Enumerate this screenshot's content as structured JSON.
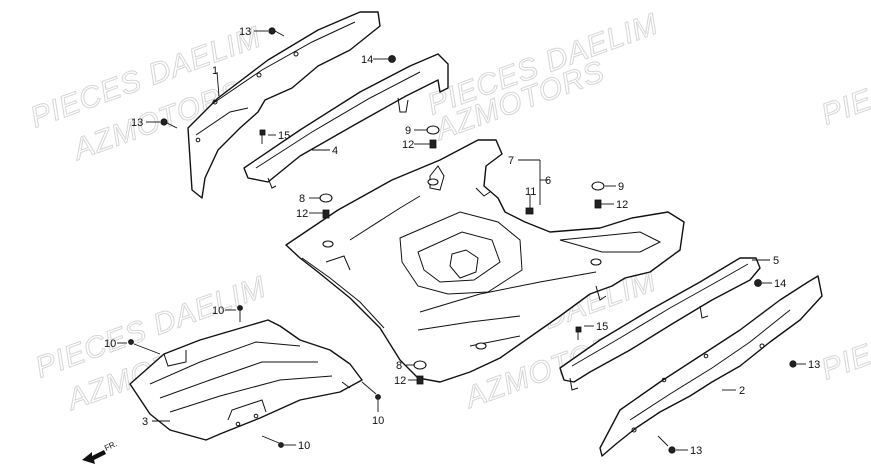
{
  "watermark": {
    "line1": "PIECES DAELIM",
    "line2": "AZMOTORS"
  },
  "direction": {
    "label": "FR."
  },
  "callouts": {
    "c1": "1",
    "c2": "2",
    "c3": "3",
    "c4": "4",
    "c5": "5",
    "c6": "6",
    "c7": "7",
    "c8a": "8",
    "c8b": "8",
    "c9a": "9",
    "c9b": "9",
    "c10a": "10",
    "c10b": "10",
    "c10c": "10",
    "c11": "11",
    "c12a": "12",
    "c12b": "12",
    "c12c": "12",
    "c13a": "13",
    "c13b": "13",
    "c13c": "13",
    "c13d": "13",
    "c14a": "14",
    "c14b": "14",
    "c15a": "15",
    "c15b": "15"
  }
}
